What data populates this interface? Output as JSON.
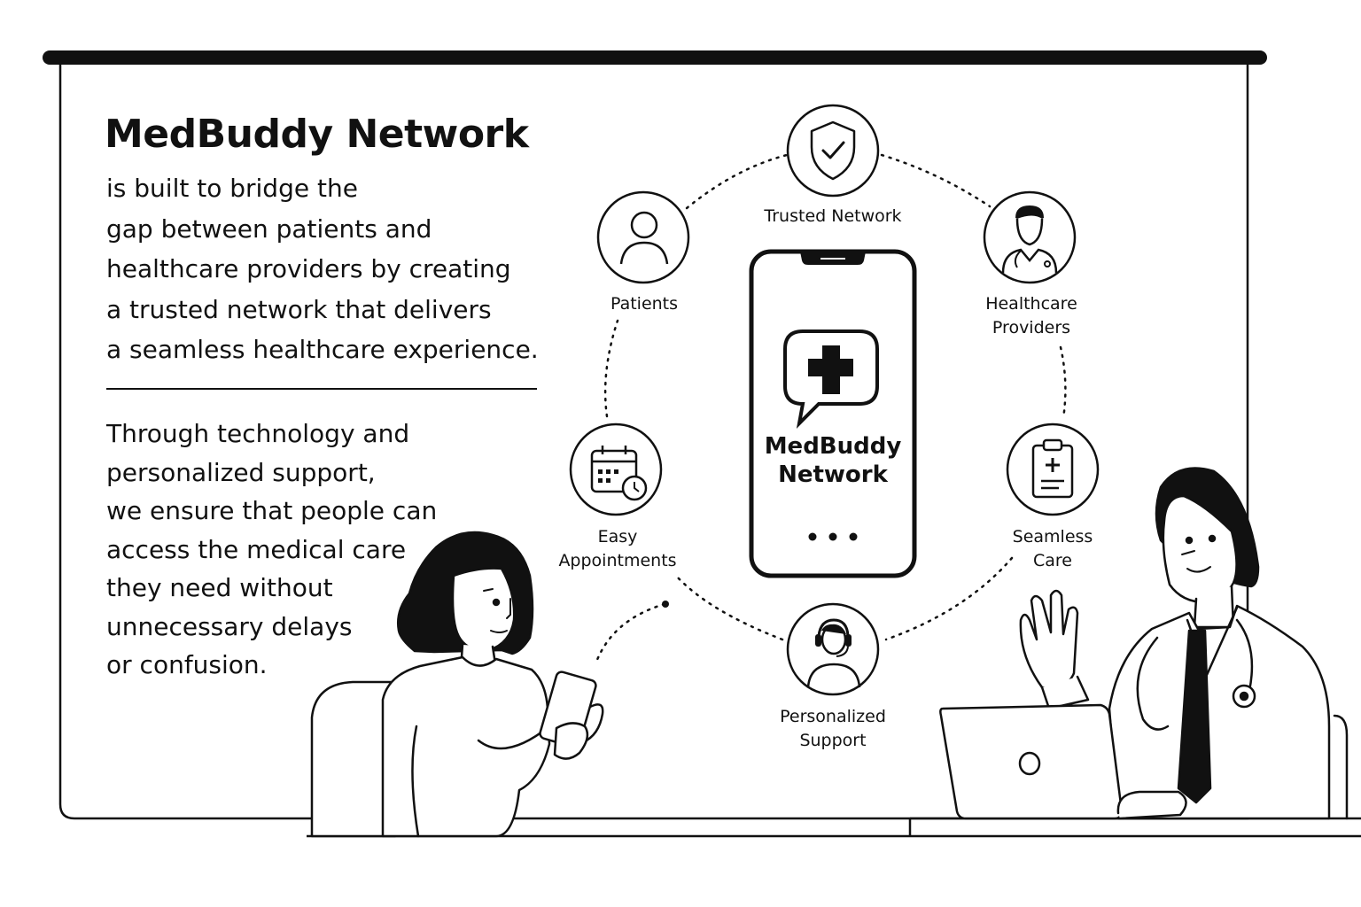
{
  "header": {
    "title": "MedBuddy Network",
    "intro_lines": [
      "is built to bridge the",
      "gap between patients and",
      "healthcare providers by creating",
      "a trusted network that delivers",
      "a seamless healthcare experience."
    ]
  },
  "body": {
    "lines": [
      "Through technology and",
      "personalized support,",
      "we ensure that people can",
      "access the medical care",
      "they need without",
      "unnecessary delays",
      "or confusion."
    ]
  },
  "network": {
    "nodes": [
      {
        "id": "trusted-network",
        "icon": "shield-check-icon",
        "label_lines": [
          "Trusted Network"
        ]
      },
      {
        "id": "healthcare-providers",
        "icon": "doctor-icon",
        "label_lines": [
          "Healthcare",
          "Providers"
        ]
      },
      {
        "id": "seamless-care",
        "icon": "clipboard-plus-icon",
        "label_lines": [
          "Seamless",
          "Care"
        ]
      },
      {
        "id": "personalized-support",
        "icon": "headset-agent-icon",
        "label_lines": [
          "Personalized",
          "Support"
        ]
      },
      {
        "id": "easy-appointments",
        "icon": "calendar-clock-icon",
        "label_lines": [
          "Easy",
          "Appointments"
        ]
      },
      {
        "id": "patients",
        "icon": "person-icon",
        "label_lines": [
          "Patients"
        ]
      }
    ]
  },
  "phone": {
    "app_name_lines": [
      "MedBuddy",
      "Network"
    ],
    "logo_icon": "medical-cross-chat-icon"
  },
  "illustration": {
    "left_figure": "woman-with-phone-illustration",
    "right_figure": "doctor-with-laptop-illustration"
  },
  "colors": {
    "ink": "#111111",
    "background": "#ffffff"
  }
}
